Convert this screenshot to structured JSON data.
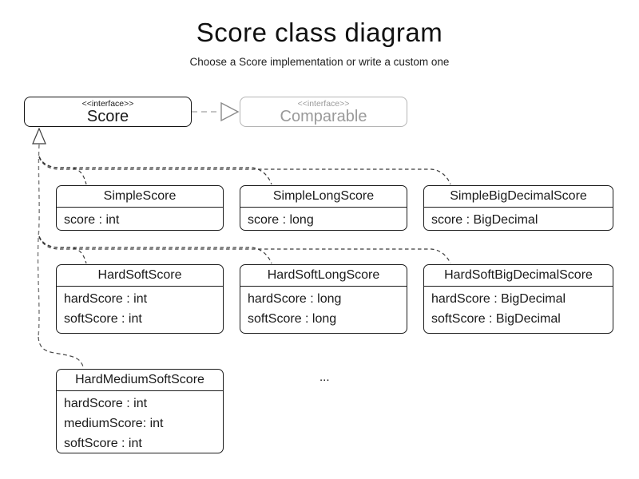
{
  "page": {
    "title": "Score class diagram",
    "subtitle": "Choose a Score implementation or write a custom one"
  },
  "interfaces": {
    "score": {
      "stereotype": "<<interface>>",
      "name": "Score"
    },
    "comparable": {
      "stereotype": "<<interface>>",
      "name": "Comparable"
    }
  },
  "classes": [
    {
      "name": "SimpleScore",
      "attributes": [
        "score : int"
      ]
    },
    {
      "name": "SimpleLongScore",
      "attributes": [
        "score : long"
      ]
    },
    {
      "name": "SimpleBigDecimalScore",
      "attributes": [
        "score : BigDecimal"
      ]
    },
    {
      "name": "HardSoftScore",
      "attributes": [
        "hardScore : int",
        "softScore : int"
      ]
    },
    {
      "name": "HardSoftLongScore",
      "attributes": [
        "hardScore : long",
        "softScore : long"
      ]
    },
    {
      "name": "HardSoftBigDecimalScore",
      "attributes": [
        "hardScore : BigDecimal",
        "softScore : BigDecimal"
      ]
    },
    {
      "name": "HardMediumSoftScore",
      "attributes": [
        "hardScore : int",
        "mediumScore: int",
        "softScore : int"
      ]
    }
  ],
  "ellipsis": "...",
  "colors": {
    "ink": "#1a1a1a",
    "muted_border": "#b5b5b5",
    "muted_text": "#9a9a9a",
    "edge": "#3a3a3a",
    "edge_soft": "#7a7a7a",
    "edge_light": "#c4c4c4"
  }
}
